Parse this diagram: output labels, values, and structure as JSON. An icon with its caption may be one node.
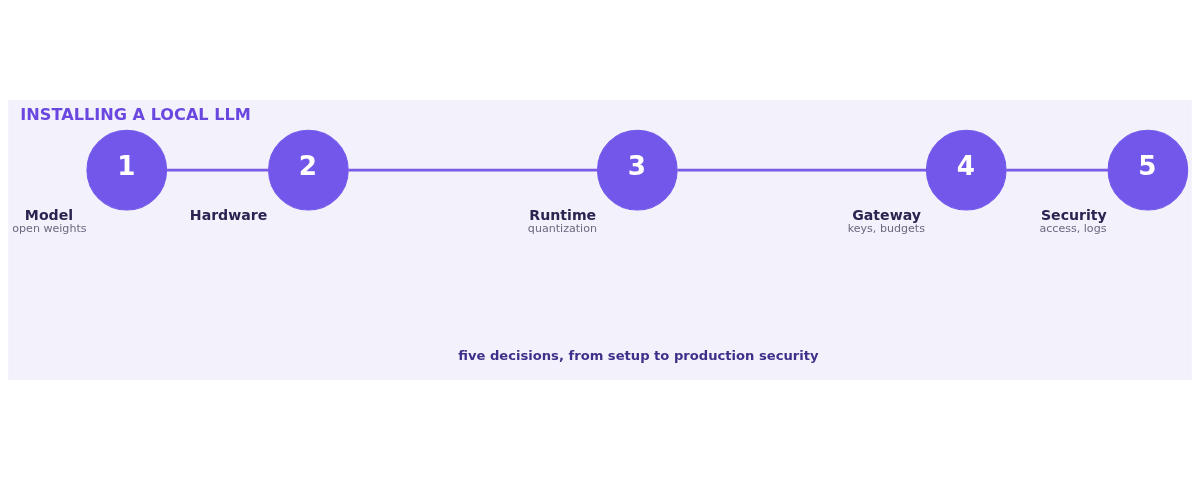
{
  "diagram": {
    "title": "INSTALLING A LOCAL LLM",
    "caption": "five decisions, from setup to production security",
    "nodes": [
      {
        "text": [
          "1",
          "Model"
        ],
        "beside": [
          "open weights"
        ]
      },
      {
        "text": [
          "2",
          "Hardware"
        ]
      },
      {
        "text": [
          "3",
          "Runtime"
        ],
        "beside": [
          "quantization"
        ]
      },
      {
        "text": [
          "4",
          "Gateway"
        ],
        "beside": [
          "keys, budgets"
        ]
      },
      {
        "text": [
          "5",
          "Security"
        ],
        "beside": [
          "access, logs"
        ]
      }
    ],
    "edges": [
      {
        "from": 0,
        "to": 1,
        "arrow": "none"
      },
      {
        "from": 1,
        "to": 2,
        "arrow": "none"
      },
      {
        "from": 2,
        "to": 3,
        "arrow": "none"
      },
      {
        "from": 3,
        "to": 4,
        "arrow": "none"
      }
    ]
  }
}
